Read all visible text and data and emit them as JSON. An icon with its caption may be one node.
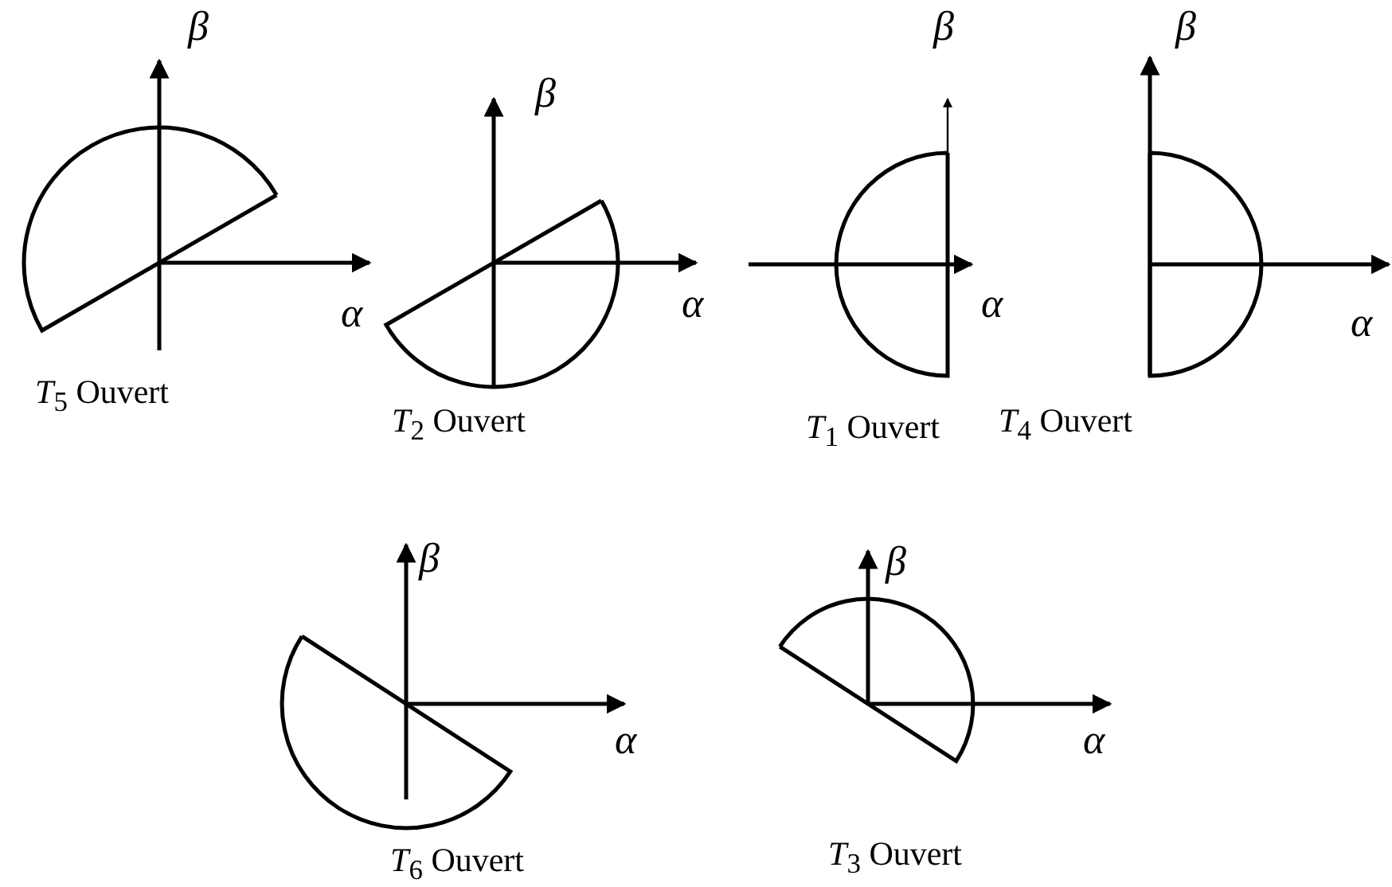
{
  "diagram": {
    "labels": [
      "β",
      "β",
      "β",
      "β",
      "α",
      "α",
      "α",
      "α",
      "*T*$_{5}$ Ouvert",
      "*T*$_{2}$ Ouvert",
      "*T*$_{1}$ Ouvert",
      "*T*$_{4}$ Ouvert",
      "β",
      "β",
      "α",
      "α",
      "*T*$_{6}$ Ouvert",
      "*T*$_{3}$ Ouvert"
    ]
  }
}
